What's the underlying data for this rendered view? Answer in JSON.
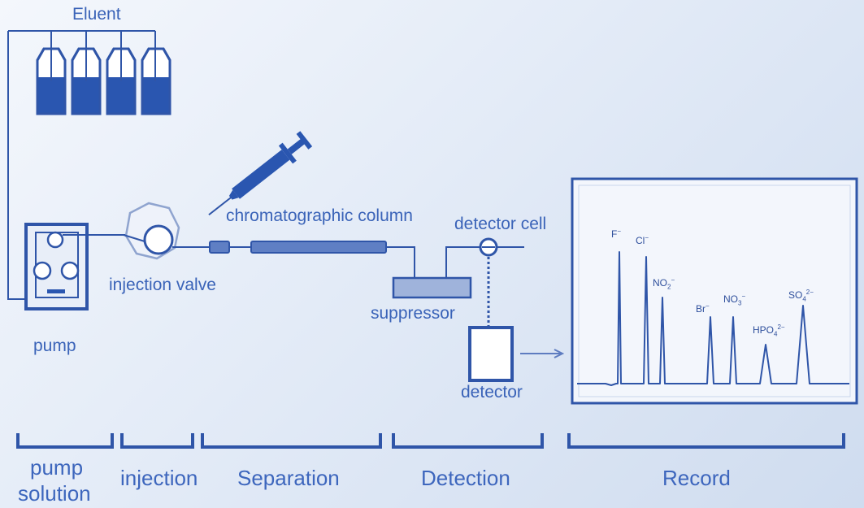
{
  "labels": {
    "eluent": "Eluent",
    "chromatographic_column": "chromatographic column",
    "detector_cell": "detector cell",
    "injection_valve": "injection valve",
    "suppressor": "suppressor",
    "pump": "pump",
    "detector": "detector"
  },
  "stages": {
    "pump_solution_line1": "pump",
    "pump_solution_line2": "solution",
    "injection": "injection",
    "separation": "Separation",
    "detection": "Detection",
    "record": "Record"
  },
  "peaks": {
    "f": "F",
    "f_charge": "−",
    "cl": "Cl",
    "cl_charge": "−",
    "no2": "NO",
    "no2_sub": "2",
    "no2_charge": "−",
    "br": "Br",
    "br_charge": "−",
    "no3": "NO",
    "no3_sub": "3",
    "no3_charge": "−",
    "hpo4": "HPO",
    "hpo4_sub": "4",
    "hpo4_charge": "2−",
    "so4": "SO",
    "so4_sub": "4",
    "so4_charge": "2−"
  },
  "colors": {
    "line": "#2f55a8",
    "fill_dark": "#2a56b0",
    "fill_light": "#9fb3db",
    "text": "#3a63b8"
  }
}
